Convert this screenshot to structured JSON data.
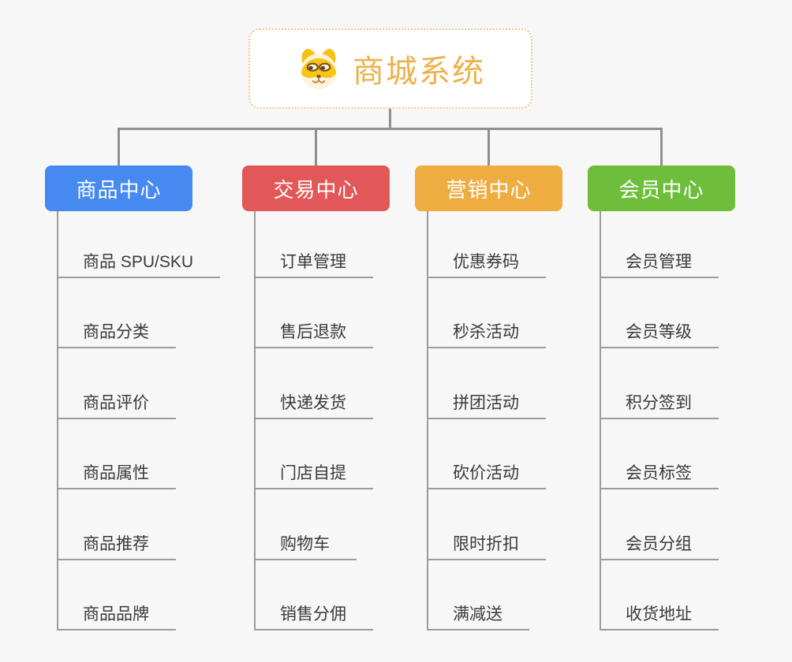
{
  "page": {
    "background": "#f7f7f7",
    "connector_color": "#8f8f8f"
  },
  "root": {
    "label": "商城系统",
    "icon": "dog-icon",
    "text_color": "#efb04c",
    "border_color": "#f3c57c"
  },
  "branches": [
    {
      "label": "商品中心",
      "color": "#4689f0",
      "items": [
        "商品 SPU/SKU",
        "商品分类",
        "商品评价",
        "商品属性",
        "商品推荐",
        "商品品牌"
      ]
    },
    {
      "label": "交易中心",
      "color": "#e25757",
      "items": [
        "订单管理",
        "售后退款",
        "快递发货",
        "门店自提",
        "购物车",
        "销售分佣"
      ]
    },
    {
      "label": "营销中心",
      "color": "#efad41",
      "items": [
        "优惠券码",
        "秒杀活动",
        "拼团活动",
        "砍价活动",
        "限时折扣",
        "满减送"
      ]
    },
    {
      "label": "会员中心",
      "color": "#6ebe3c",
      "items": [
        "会员管理",
        "会员等级",
        "积分签到",
        "会员标签",
        "会员分组",
        "收货地址"
      ]
    }
  ]
}
